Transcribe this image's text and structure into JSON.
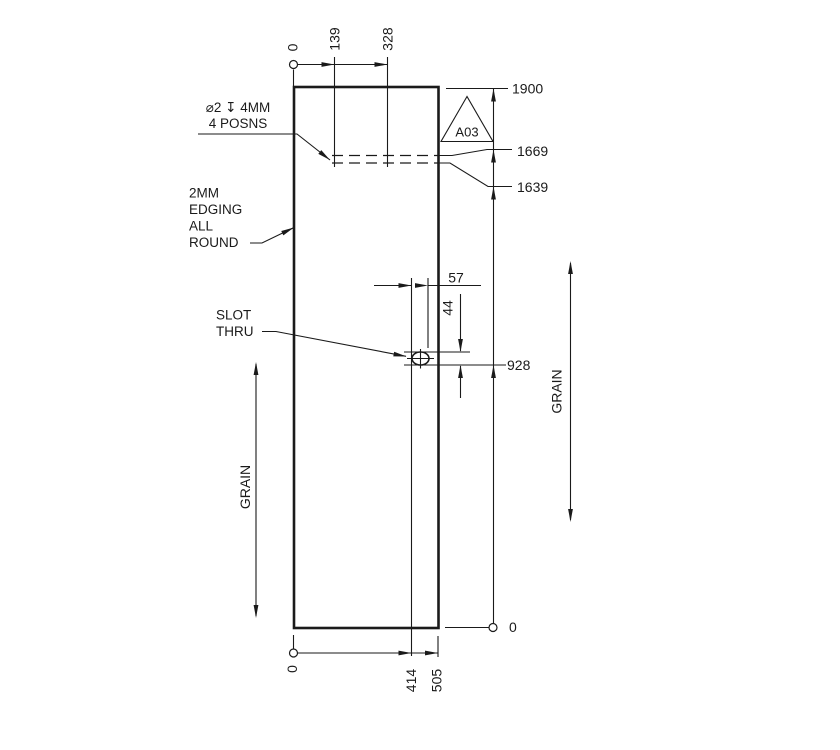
{
  "notes": {
    "holes": [
      "⌀2 ↧ 4MM",
      "4 POSNS"
    ],
    "edging": [
      "2MM",
      "EDGING",
      "ALL",
      "ROUND"
    ],
    "slot": [
      "SLOT",
      "THRU"
    ]
  },
  "revision_flag": "A03",
  "grain": {
    "left": "GRAIN",
    "right": "GRAIN"
  },
  "dimensions": {
    "top": [
      "0",
      "139",
      "328"
    ],
    "bottom": [
      "0",
      "414",
      "505"
    ],
    "right": [
      "1900",
      "1669",
      "1639",
      "928",
      "0"
    ],
    "slot_width": "57",
    "slot_height": "44"
  },
  "colors": {
    "line": "#1a1a1a",
    "background": "#ffffff"
  }
}
